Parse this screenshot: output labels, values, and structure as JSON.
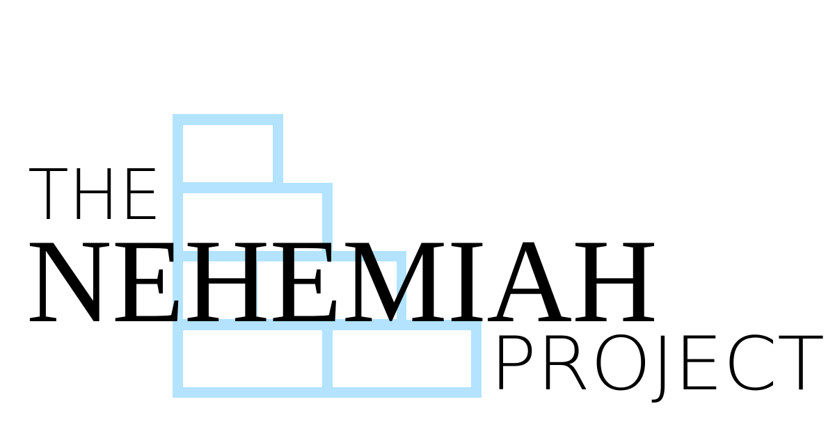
{
  "logo": {
    "line1": "THE",
    "line2": "NEHEMIAH",
    "line3": "PROJECT"
  },
  "colors": {
    "brick": "#b3e3fe",
    "text": "#000000",
    "background": "#ffffff"
  }
}
